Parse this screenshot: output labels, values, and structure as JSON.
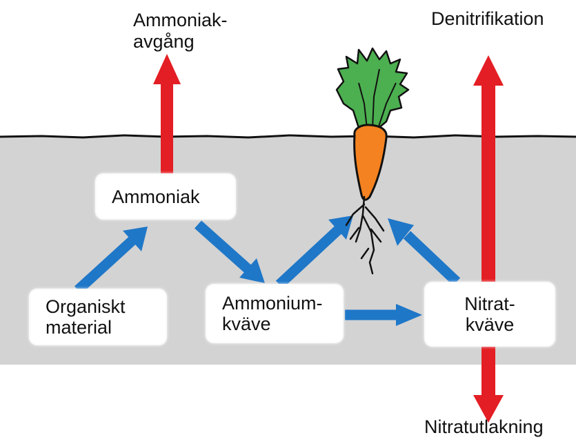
{
  "colors": {
    "soil": "#d3d3d3",
    "ground_line": "#111111",
    "red_arrow": "#e31e24",
    "blue_arrow": "#1f77c8",
    "carrot_body": "#f58220",
    "carrot_leaves": "#4caf50",
    "box_fill": "#ffffff"
  },
  "labels": {
    "ammonia_loss": [
      "Ammoniak-",
      "avgång"
    ],
    "denitrification": "Denitrifikation",
    "nitrate_leaching": "Nitratutlakning"
  },
  "boxes": {
    "ammonia": "Ammoniak",
    "organic_material": [
      "Organiskt",
      "material"
    ],
    "ammonium_nitrogen": [
      "Ammonium-",
      "kväve"
    ],
    "nitrate_nitrogen": [
      "Nitrat-",
      "kväve"
    ]
  },
  "icons": {
    "carrot": "carrot-icon"
  }
}
